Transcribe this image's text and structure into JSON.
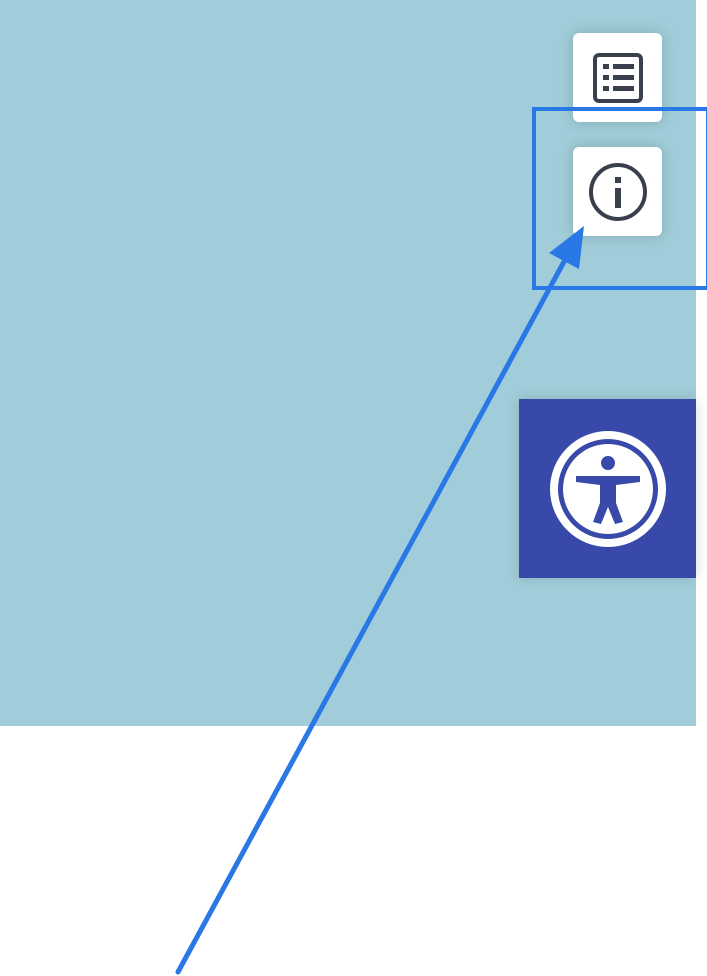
{
  "colors": {
    "map_background": "#a0cdd9",
    "accessibility_background": "#3849a9",
    "annotation": "#2a77e6",
    "icon_dark": "#3a3f4e"
  },
  "controls": {
    "legend_button": {
      "icon": "list-icon"
    },
    "info_button": {
      "icon": "info-icon"
    },
    "accessibility_button": {
      "icon": "accessibility-icon"
    }
  },
  "annotation": {
    "target": "info_button",
    "shapes": [
      "highlight-box",
      "arrow"
    ]
  }
}
